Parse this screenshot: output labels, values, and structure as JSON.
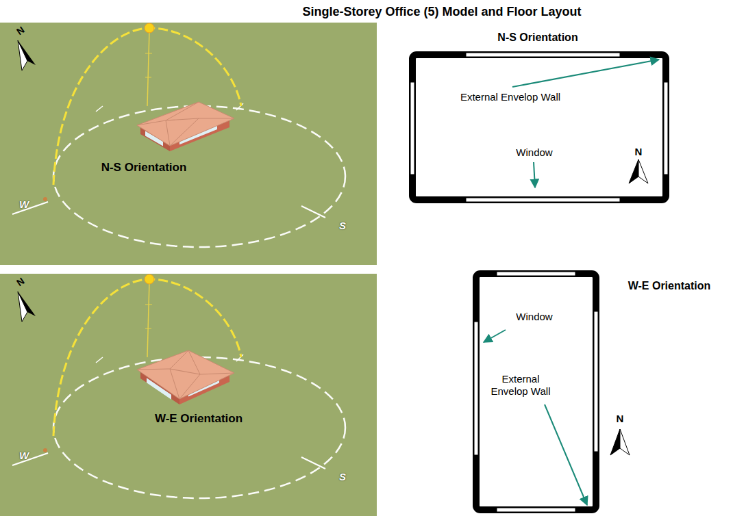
{
  "diagram": {
    "title": "Single-Storey Office (5) Model and Floor Layout",
    "nodes": [
      {
        "text": [
          "N",
          "N-S Orientation",
          "W",
          "S"
        ]
      },
      {
        "text": [
          "N-S Orientation",
          "External Envelop Wall",
          "Window",
          "N"
        ]
      },
      {
        "text": [
          "N",
          "W-E Orientation",
          "W",
          "S"
        ]
      },
      {
        "text": [
          "W-E Orientation",
          "Window",
          "External Envelop Wall"
        ]
      }
    ],
    "labels": [
      "N"
    ]
  }
}
